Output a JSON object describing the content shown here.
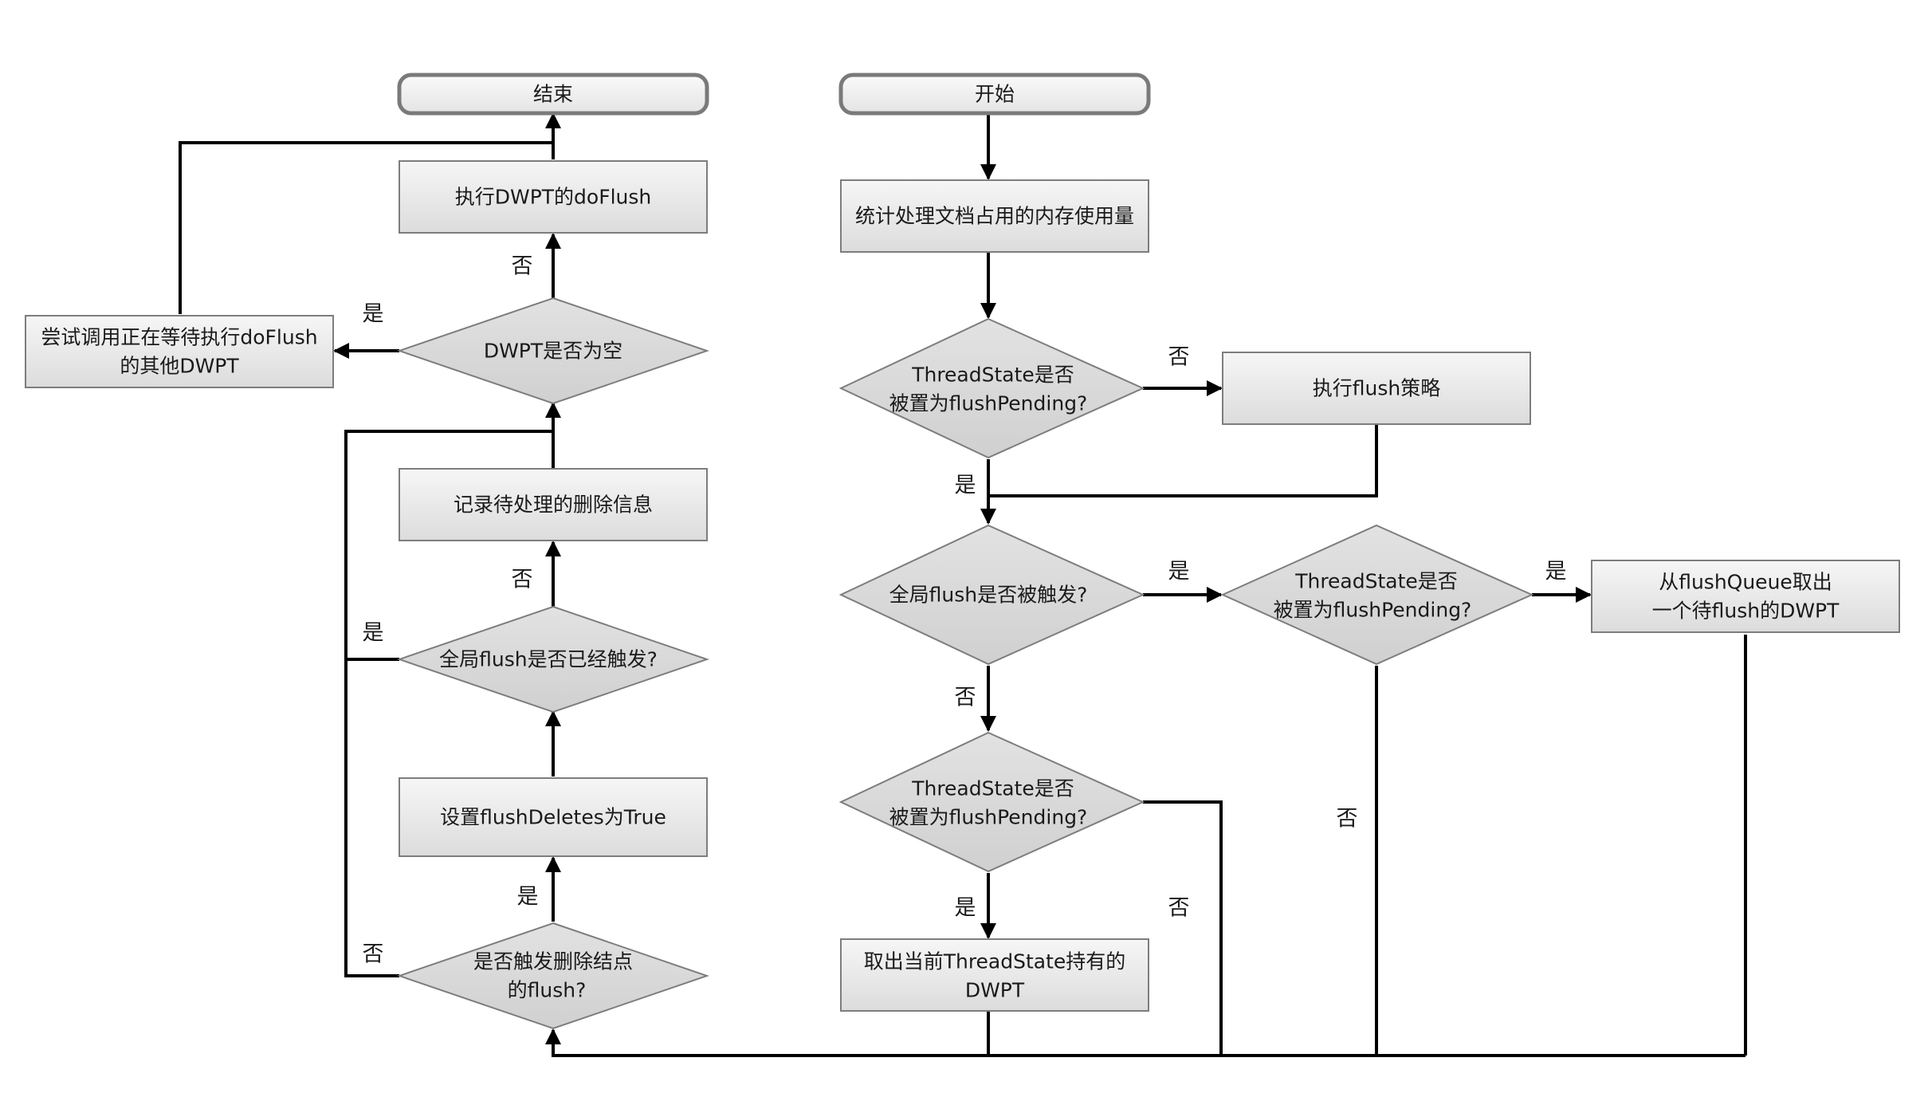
{
  "nodes": {
    "end": "结束",
    "start": "开始",
    "do_flush": "执行DWPT的doFlush",
    "count_mem": "统计处理文档占用的内存使用量",
    "dwpt_empty": "DWPT是否为空",
    "try_other_1": "尝试调用正在等待执行doFlush",
    "try_other_2": "的其他DWPT",
    "pending_1a": "ThreadState是否",
    "pending_1b": "被置为flushPending?",
    "flush_policy": "执行flush策略",
    "record_deletes": "记录待处理的删除信息",
    "global_triggered": "全局flush是否被触发?",
    "pending_2a": "ThreadState是否",
    "pending_2b": "被置为flushPending?",
    "take_queue_1": "从flushQueue取出",
    "take_queue_2": "一个待flush的DWPT",
    "global_already": "全局flush是否已经触发?",
    "pending_3a": "ThreadState是否",
    "pending_3b": "被置为flushPending?",
    "set_flush_deletes": "设置flushDeletes为True",
    "take_current_1": "取出当前ThreadState持有的",
    "take_current_2": "DWPT",
    "trigger_delete_1": "是否触发删除结点",
    "trigger_delete_2": "的flush?"
  },
  "edge_labels": {
    "no_do_flush": "否",
    "yes_dwpt_empty": "是",
    "no_pending_1": "否",
    "yes_pending_1": "是",
    "no_record": "否",
    "yes_global_already": "是",
    "yes_global_triggered": "是",
    "yes_pending_2": "是",
    "no_global_triggered": "否",
    "no_pending_2": "否",
    "yes_trigger_delete": "是",
    "no_trigger_delete": "否",
    "yes_pending_3": "是",
    "no_pending_3": "否"
  }
}
